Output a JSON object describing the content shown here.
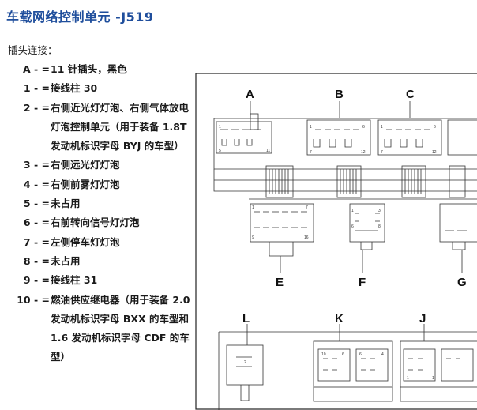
{
  "title": "车载网络控制单元 -J519",
  "intro": "插头连接：",
  "legend": [
    {
      "key": "A - =",
      "text": "11 针插头，黑色"
    },
    {
      "key": "1 - =",
      "text": "接线柱 30"
    },
    {
      "key": "2 - =",
      "text": "右侧近光灯灯泡、右侧气体放电灯泡控制单元（用于装备 1.8T 发动机标识字母 BYJ 的车型）"
    },
    {
      "key": "3 - =",
      "text": "右侧远光灯灯泡"
    },
    {
      "key": "4 - =",
      "text": "右侧前雾灯灯泡"
    },
    {
      "key": "5 - =",
      "text": "未占用"
    },
    {
      "key": "6 - =",
      "text": "右前转向信号灯灯泡"
    },
    {
      "key": "7 - =",
      "text": "左侧停车灯灯泡"
    },
    {
      "key": "8 - =",
      "text": "未占用"
    },
    {
      "key": "9 - =",
      "text": "接线柱 31"
    },
    {
      "key": "10 - =",
      "text": "燃油供应继电器（用于装备 2.0 发动机标识字母 BXX 的车型和 1.6 发动机标识字母 CDF 的车型）"
    }
  ],
  "diagram": {
    "connector_labels": [
      "A",
      "B",
      "C",
      "E",
      "F",
      "G",
      "L",
      "K",
      "J"
    ],
    "pin_numbers": [
      "1",
      "2",
      "3",
      "4",
      "5",
      "6",
      "7",
      "8",
      "9",
      "10",
      "11",
      "12",
      "16"
    ]
  }
}
